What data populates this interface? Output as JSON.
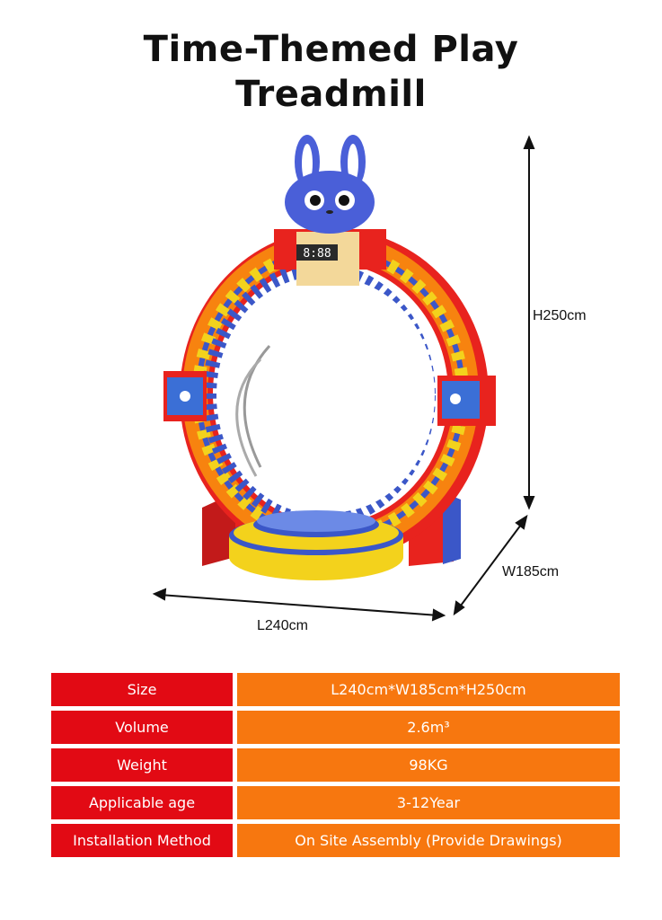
{
  "title": {
    "line1": "Time-Themed Play",
    "line2": "Treadmill"
  },
  "dimensions": {
    "height": "H250cm",
    "width": "W185cm",
    "length": "L240cm"
  },
  "display": {
    "clock": "8:88"
  },
  "specs": [
    {
      "label": "Size",
      "value": "L240cm*W185cm*H250cm"
    },
    {
      "label": "Volume",
      "value": "2.6m³"
    },
    {
      "label": "Weight",
      "value": "98KG"
    },
    {
      "label": "Applicable age",
      "value": "3-12Year"
    },
    {
      "label": "Installation Method",
      "value": "On Site Assembly (Provide Drawings)"
    }
  ],
  "colors": {
    "red": "#e20a14",
    "orange": "#f7770f",
    "blue": "#3f5fd6",
    "yellow": "#f3d21c"
  }
}
